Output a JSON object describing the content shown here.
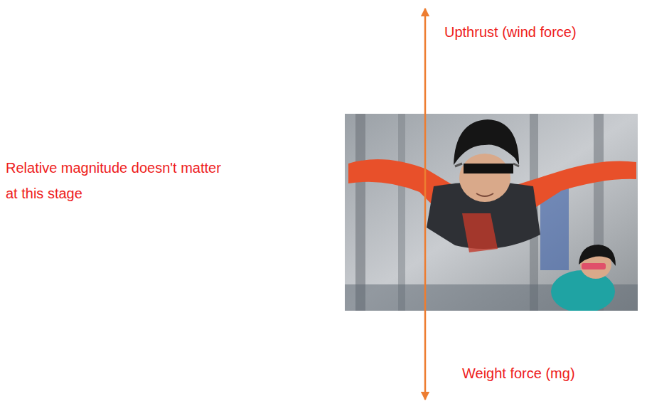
{
  "diagram": {
    "labels": [
      "Upthrust (wind force)",
      "Relative magnitude doesn't matter at this stage",
      "Weight force (mg)"
    ]
  }
}
